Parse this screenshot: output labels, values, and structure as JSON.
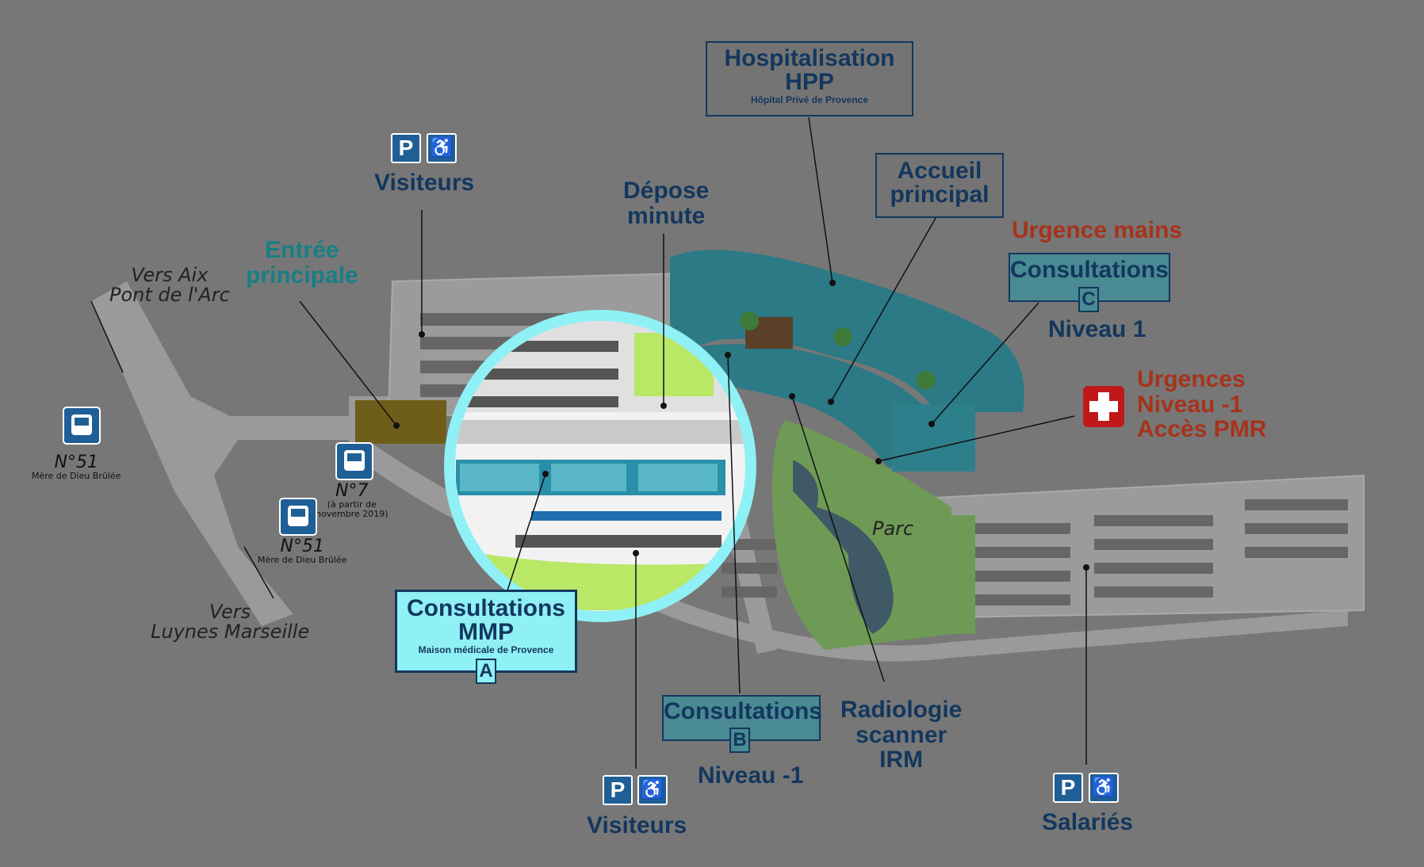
{
  "map": {
    "directions": {
      "aix": [
        "Vers Aix",
        "Pont de l'Arc"
      ],
      "luynes": [
        "Vers",
        "Luynes Marseille"
      ]
    },
    "entree": [
      "Entrée",
      "principale"
    ],
    "parking_visiteurs_top": {
      "label": "Visiteurs",
      "icons": [
        "parking-icon",
        "wheelchair-icon"
      ]
    },
    "parking_visiteurs_bottom": {
      "label": "Visiteurs",
      "icons": [
        "parking-icon",
        "wheelchair-icon"
      ]
    },
    "parking_salaries": {
      "label": "Salariés",
      "icons": [
        "parking-icon",
        "wheelchair-icon"
      ]
    },
    "depose": [
      "Dépose",
      "minute"
    ],
    "hospitalisation": {
      "line1": "Hospitalisation",
      "line2": "HPP",
      "sub": "Hôpital Privé de Provence"
    },
    "accueil": [
      "Accueil",
      "principal"
    ],
    "urgence_mains": "Urgence mains",
    "consult_c": {
      "title": "Consultations",
      "letter": "C",
      "niveau": "Niveau 1"
    },
    "urgences": [
      "Urgences",
      "Niveau -1",
      "Accès PMR"
    ],
    "consult_a": {
      "line1": "Consultations",
      "line2": "MMP",
      "sub": "Maison médicale de Provence",
      "letter": "A"
    },
    "consult_b": {
      "title": "Consultations",
      "letter": "B",
      "niveau": "Niveau -1"
    },
    "radiologie": [
      "Radiologie",
      "scanner",
      "IRM"
    ],
    "parc": "Parc",
    "bus_stops": [
      {
        "number": "N°51",
        "name": "Mère de Dieu Brûlée"
      },
      {
        "number": "N°7",
        "note": [
          "(à partir de",
          "novembre 2019)"
        ]
      },
      {
        "number": "N°51",
        "name": "Mère de Dieu Brûlée"
      }
    ],
    "colors": {
      "background": "#777777",
      "navy": "#13375e",
      "teal": "#177f86",
      "red": "#a6331b",
      "building": "#2b7a86",
      "highlight": "#8ff0f5"
    }
  }
}
